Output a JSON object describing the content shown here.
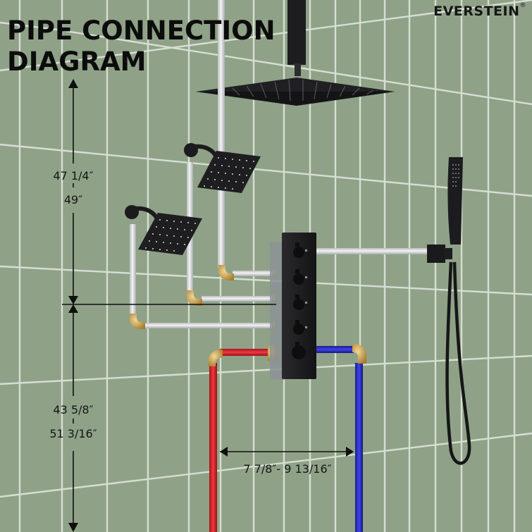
{
  "header": {
    "title_line1": "PIPE CONNECTION",
    "title_line2": "DIAGRAM",
    "brand": "EVERSTEIN",
    "brand_mark": "®"
  },
  "dimensions": {
    "upper_vertical": {
      "min": "47 1/4″",
      "max": "49″"
    },
    "lower_vertical": {
      "min": "43 5/8″",
      "max": "51 3/16″"
    },
    "inlet_spacing": "7 7/8″- 9 13/16″"
  },
  "components": {
    "rain_shower_head": "ceiling-mounted square rain shower head",
    "wall_shower_heads": [
      "upper wall-mounted square shower head",
      "lower wall-mounted square shower head"
    ],
    "handheld_shower": "handheld shower with wall bracket and hose",
    "valve_panel": {
      "knobs": 5
    },
    "hot_inlet": "red pipe",
    "cold_inlet": "blue pipe"
  },
  "colors": {
    "wall": "#8fa287",
    "grout": "#dfe5dc",
    "fixture": "#1c1c1e",
    "pipe_white": "#d9dbdc",
    "brass": "#c9a45c",
    "hot_pipe": "#d8262f",
    "cold_pipe": "#2a2fc8",
    "text": "#111111"
  }
}
